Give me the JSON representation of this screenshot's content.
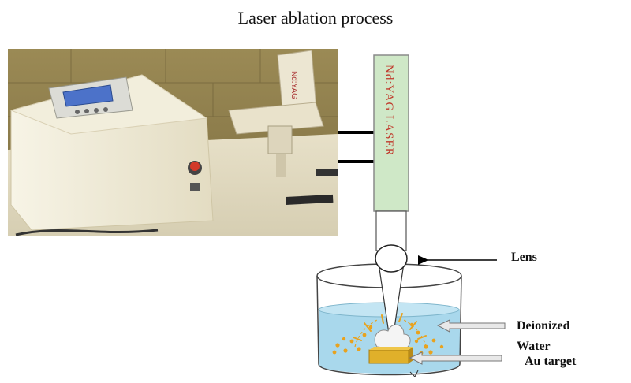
{
  "title": "Laser ablation process",
  "device": {
    "label": "Nd:YAG LASER",
    "handpiece_text": "Nd:YAG"
  },
  "labels": {
    "lens": "Lens",
    "water_line1": "Deionized",
    "water_line2": "Water",
    "target": "Au target"
  },
  "colors": {
    "laser_tube": "#cfe8c7",
    "laser_text": "#c0392b",
    "water": "#a9d8ec",
    "target": "#e0b02a",
    "particles": "#e8a21e"
  }
}
